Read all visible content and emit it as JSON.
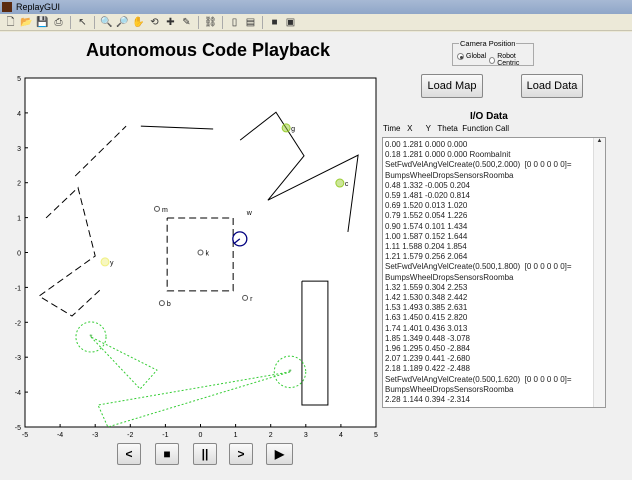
{
  "window": {
    "title": "ReplayGUI"
  },
  "toolbar": {
    "icons": [
      "new-file-icon",
      "open-file-icon",
      "save-icon",
      "print-icon",
      "pointer-icon",
      "zoom-in-icon",
      "zoom-out-icon",
      "pan-icon",
      "rotate-icon",
      "data-cursor-icon",
      "brush-icon",
      "link-icon",
      "colorbar-icon",
      "legend-icon",
      "hide-plot-icon",
      "show-plot-icon"
    ]
  },
  "page_title": "Autonomous Code Playback",
  "camera": {
    "label": "Camera Position",
    "options": [
      "Global",
      "Robot Centric"
    ],
    "selected": "Global"
  },
  "buttons": {
    "load_map": "Load Map",
    "load_data": "Load Data"
  },
  "playback": {
    "prev": "<",
    "stop": "■",
    "pause": "||",
    "next": ">",
    "play": "▶"
  },
  "io": {
    "title": "I/O Data",
    "header": "Time   X      Y   Theta  Function Call",
    "lines": [
      "0.00 1.281 0.000 0.000",
      "0.18 1.281 0.000 0.000 RoombaInit",
      "SetFwdVelAngVelCreate(0.500,2.000)  [0 0 0 0 0 0]=",
      "BumpsWheelDropsSensorsRoomba",
      "0.48 1.332 -0.005 0.204",
      "0.59 1.481 -0.020 0.814",
      "0.69 1.520 0.013 1.020",
      "0.79 1.552 0.054 1.226",
      "0.90 1.574 0.101 1.434",
      "1.00 1.587 0.152 1.644",
      "1.11 1.588 0.204 1.854",
      "1.21 1.579 0.256 2.064",
      "SetFwdVelAngVelCreate(0.500,1.800)  [0 0 0 0 0 0]=",
      "BumpsWheelDropsSensorsRoomba",
      "1.32 1.559 0.304 2.253",
      "1.42 1.530 0.348 2.442",
      "1.53 1.493 0.385 2.631",
      "1.63 1.450 0.415 2.820",
      "1.74 1.401 0.436 3.013",
      "1.85 1.349 0.448 -3.078",
      "1.96 1.295 0.450 -2.884",
      "2.07 1.239 0.441 -2.680",
      "2.18 1.189 0.422 -2.488",
      "SetFwdVelAngVelCreate(0.500,1.620)  [0 0 0 0 0 0]=",
      "BumpsWheelDropsSensorsRoomba",
      "2.28 1.144 0.394 -2.314"
    ]
  },
  "chart_data": {
    "type": "scatter",
    "xlim": [
      -5,
      5
    ],
    "ylim": [
      -5,
      5
    ],
    "xticks": [
      -5,
      -4,
      -3,
      -2,
      -1,
      0,
      1,
      2,
      3,
      4,
      5
    ],
    "yticks": [
      5,
      4,
      3,
      2,
      1,
      0,
      -1,
      -2,
      -3,
      -4,
      -5
    ],
    "walls": [
      {
        "pts": [
          [
            -1.7,
            3.62
          ],
          [
            0.36,
            3.54
          ]
        ],
        "dashed": false
      },
      {
        "pts": [
          [
            -3.57,
            2.19
          ],
          [
            -2.12,
            3.62
          ]
        ],
        "dashed": true
      },
      {
        "pts": [
          [
            1.13,
            3.22
          ],
          [
            2.15,
            4.02
          ],
          [
            2.95,
            2.77
          ],
          [
            1.92,
            1.5
          ],
          [
            4.49,
            2.79
          ],
          [
            4.2,
            0.59
          ]
        ],
        "dashed": false
      },
      {
        "pts": [
          [
            -4.4,
            0.99
          ],
          [
            -3.49,
            1.86
          ],
          [
            -3.0,
            -0.1
          ],
          [
            -4.6,
            -1.25
          ],
          [
            -3.66,
            -1.82
          ],
          [
            -2.86,
            -1.07
          ]
        ],
        "dashed": true
      },
      {
        "pts": [
          [
            -0.95,
            0.99
          ],
          [
            0.93,
            0.99
          ],
          [
            0.93,
            -1.1
          ],
          [
            -0.95,
            -1.1
          ],
          [
            -0.95,
            0.99
          ]
        ],
        "dashed": true
      },
      {
        "pts": [
          [
            2.89,
            -0.82
          ],
          [
            3.63,
            -0.82
          ],
          [
            3.63,
            -4.37
          ],
          [
            2.89,
            -4.37
          ],
          [
            2.89,
            -0.82
          ]
        ],
        "dashed": false
      }
    ],
    "markers": [
      {
        "label": "m",
        "x": -1.24,
        "y": 1.25
      },
      {
        "label": "k",
        "x": 0.0,
        "y": 0.0
      },
      {
        "label": "b",
        "x": -1.1,
        "y": -1.45
      },
      {
        "label": "r",
        "x": 1.27,
        "y": -1.3
      },
      {
        "label": "g",
        "x": 2.44,
        "y": 3.57,
        "color": "#9acd32"
      },
      {
        "label": "c",
        "x": 3.97,
        "y": 1.99,
        "color": "#9acd32"
      },
      {
        "label": "y",
        "x": -2.72,
        "y": -0.27,
        "color": "#f0f080"
      }
    ],
    "robot": {
      "label": "w",
      "x": 1.12,
      "y": 0.39,
      "color": "#000080"
    },
    "beacons": [
      {
        "x": -3.12,
        "y": -2.42,
        "r": 0.43,
        "cone": [
          [
            -1.72,
            -3.91
          ],
          [
            -1.24,
            -3.37
          ]
        ]
      },
      {
        "x": 2.55,
        "y": -3.42,
        "r": 0.45,
        "cone": [
          [
            -2.92,
            -4.37
          ],
          [
            -2.64,
            -5.0
          ]
        ]
      }
    ]
  }
}
